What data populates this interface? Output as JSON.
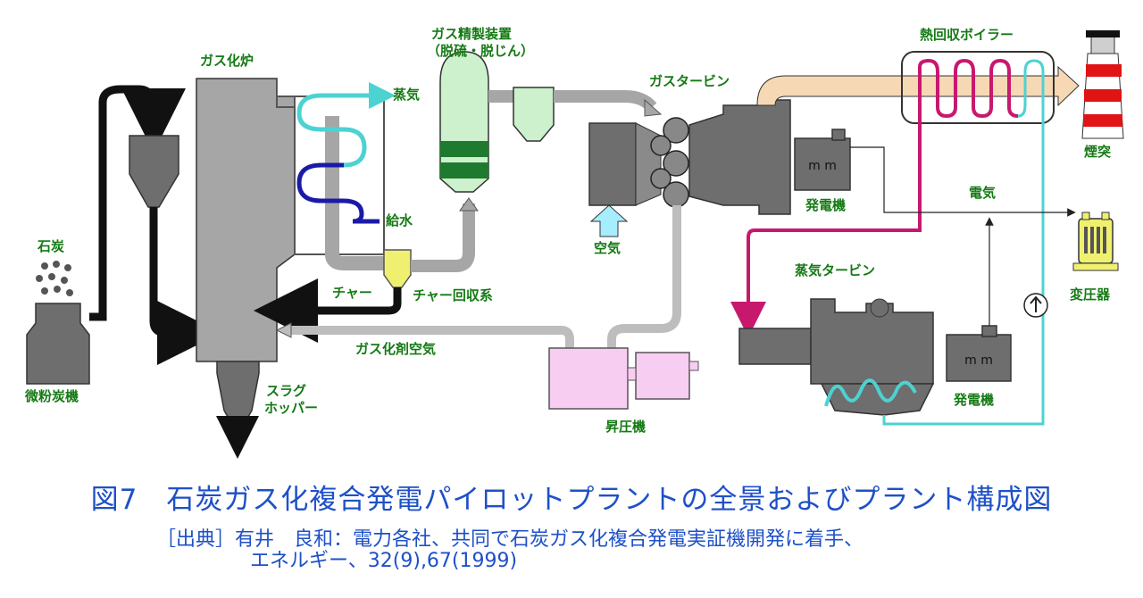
{
  "labels": {
    "gasifier": "ガス化炉",
    "gas_purifier_title": "ガス精製装置",
    "gas_purifier_sub": "（脱硫・脱じん）",
    "gas_turbine": "ガスタービン",
    "hrsg": "熱回収ボイラー",
    "stack": "煙突",
    "steam": "蒸気",
    "feedwater": "給水",
    "coal": "石炭",
    "pulverizer": "微粉炭機",
    "char": "チャー",
    "char_recovery": "チャー回収系",
    "gasifying_air": "ガス化剤空気",
    "slag_hopper_line1": "スラグ",
    "slag_hopper_line2": "ホッパー",
    "air": "空気",
    "generator_gt": "発電機",
    "electricity": "電気",
    "transformer": "変圧器",
    "steam_turbine": "蒸気タービン",
    "generator_st": "発電機",
    "booster": "昇圧機",
    "gen_symbol_gt": "m m",
    "gen_symbol_st": "m m"
  },
  "caption": {
    "title": "図7　石炭ガス化複合発電パイロットプラントの全景およびプラント構成図",
    "source_line1": "［出典］有井　良和：電力各社、共同で石炭ガス化複合発電実証機開発に着手、",
    "source_line2": "エネルギー、32(9),67(1999)"
  },
  "colors": {
    "label_green": "#147a14",
    "caption_blue": "#1e50c8",
    "equipment_gray": "#6e6e6e",
    "pipe_gray": "#bdbdbd",
    "purifier_green": "#cdf0cd",
    "booster_pink": "#f8cdf2",
    "exhaust_peach": "#f6d8b4",
    "steam_cyan": "#4dd2d2",
    "feedwater_blue": "#1a1aa8",
    "steam_magenta": "#c8186e",
    "char_yellow": "#f0f070",
    "air_cyan": "#a6eeff"
  }
}
